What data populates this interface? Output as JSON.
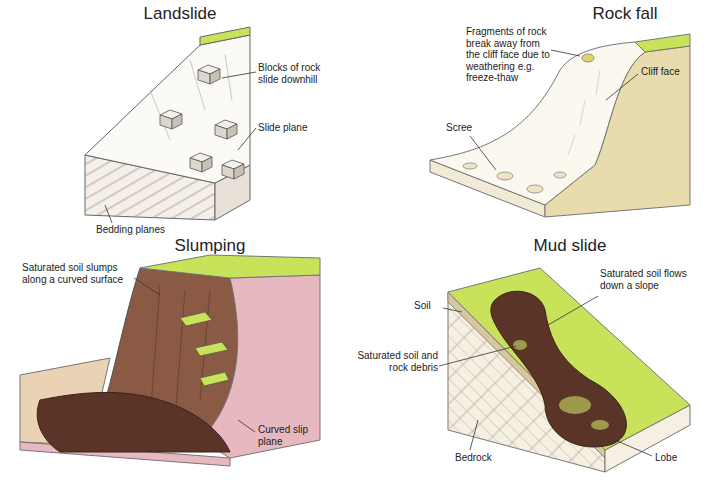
{
  "diagram": {
    "labels": [
      "Landslide",
      "Blocks of rock slide downhill",
      "Slide plane",
      "Bedding planes",
      "Rock fall",
      "Fragments of rock break away from the cliff face due to weathering e.g. freeze-thaw",
      "Cliff face",
      "Scree",
      "Slumping",
      "Saturated soil slumps along a curved surface",
      "Curved slip plane",
      "Mud slide",
      "Saturated soil flows down a slope",
      "Soil",
      "Saturated soil and rock debris",
      "Bedrock",
      "Lobe"
    ]
  }
}
